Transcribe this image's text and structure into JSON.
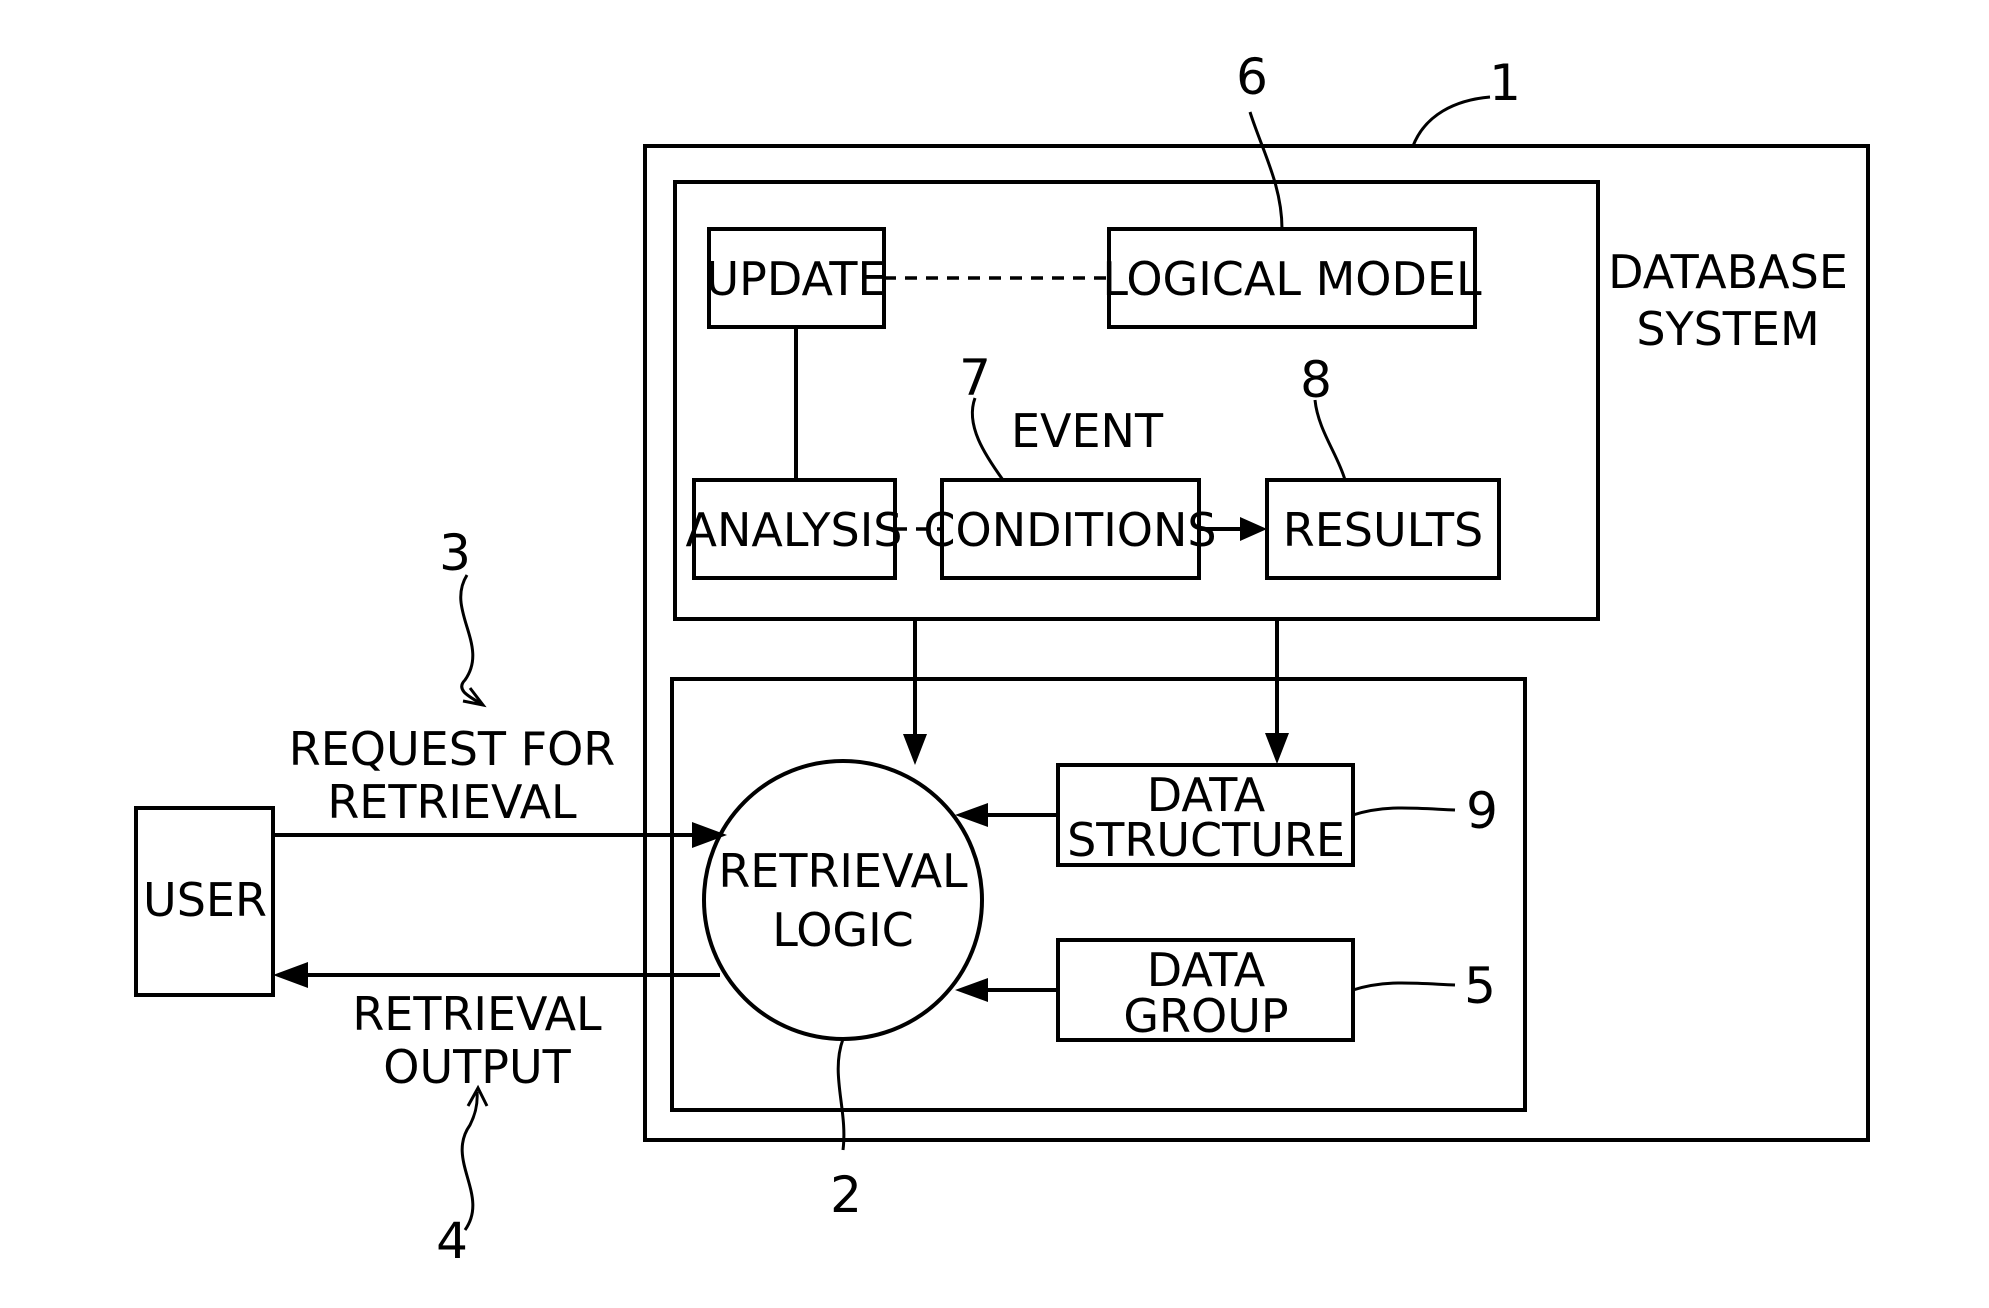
{
  "system": {
    "label_line1": "DATABASE",
    "label_line2": "SYSTEM",
    "ref": "1"
  },
  "boxes": {
    "update": "UPDATE",
    "logical_model": "LOGICAL MODEL",
    "analysis": "ANALYSIS",
    "conditions": "CONDITIONS",
    "results": "RESULTS",
    "event": "EVENT",
    "data_structure_line1": "DATA",
    "data_structure_line2": "STRUCTURE",
    "data_group_line1": "DATA",
    "data_group_line2": "GROUP",
    "user": "USER"
  },
  "retrieval_logic": {
    "line1": "RETRIEVAL",
    "line2": "LOGIC"
  },
  "flows": {
    "request_line1": "REQUEST FOR",
    "request_line2": "RETRIEVAL",
    "output_line1": "RETRIEVAL",
    "output_line2": "OUTPUT"
  },
  "refs": {
    "retrieval_logic": "2",
    "request": "3",
    "output": "4",
    "data_group": "5",
    "logical_model": "6",
    "conditions": "7",
    "results": "8",
    "data_structure": "9"
  }
}
